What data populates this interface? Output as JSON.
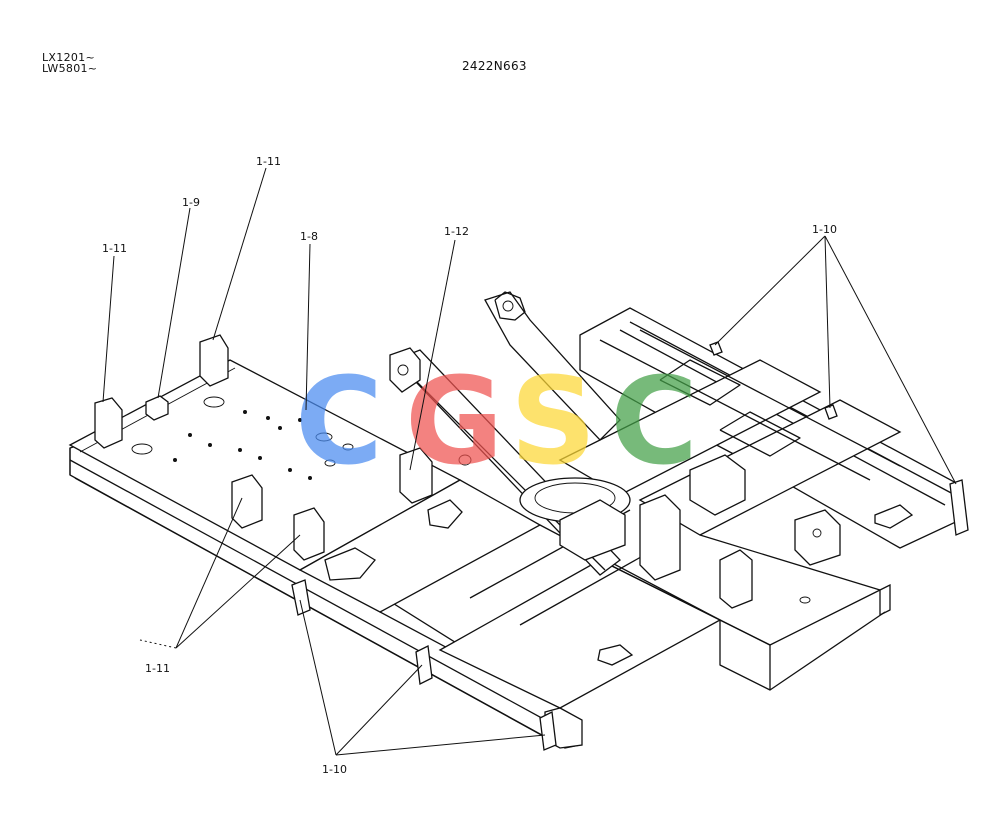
{
  "header": {
    "serial_line_1": "LX1201~",
    "serial_line_2": "LW5801~",
    "drawing_number": "2422N663"
  },
  "callouts": {
    "c1": "1-11",
    "c2": "1-9",
    "c3": "1-11",
    "c4": "1-8",
    "c5": "1-12",
    "c6": "1-10",
    "c7": "1-11",
    "c8": "1-10"
  },
  "watermark": {
    "letters": [
      "C",
      "G",
      "S",
      "C"
    ],
    "colors": [
      "#4a8cf0",
      "#ef5350",
      "#fdd835",
      "#43a047"
    ]
  }
}
